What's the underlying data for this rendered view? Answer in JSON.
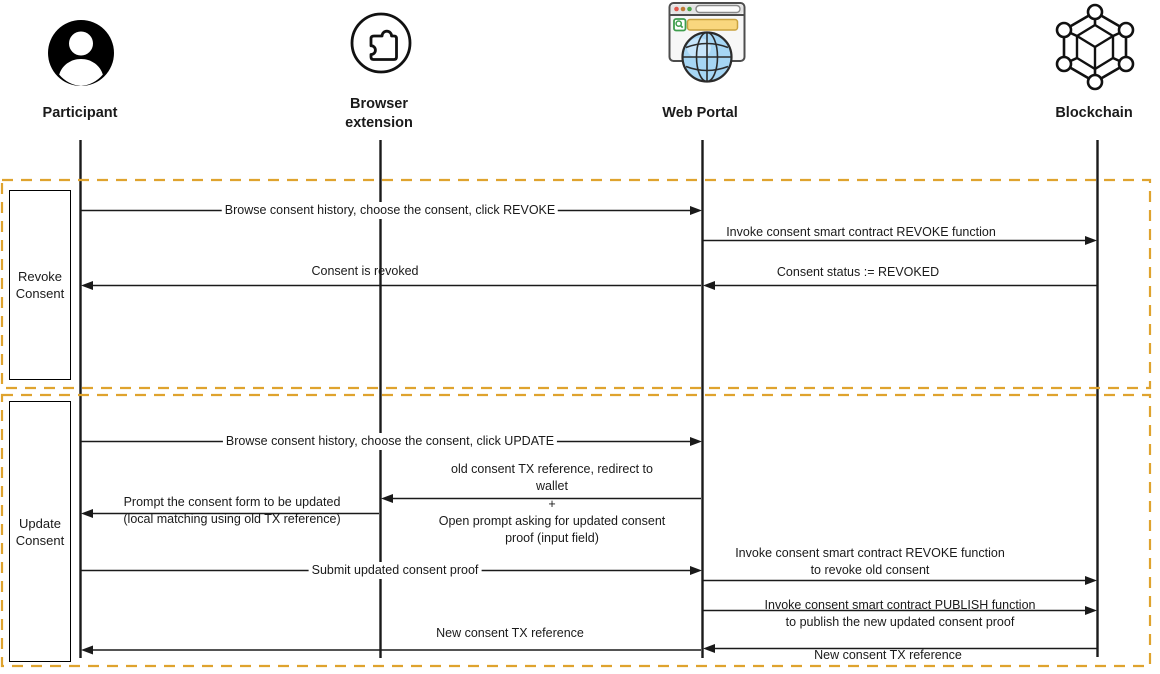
{
  "actors": [
    {
      "name": "participant",
      "label": "Participant",
      "icon": "person-icon"
    },
    {
      "name": "browser-extension",
      "label_line1": "Browser",
      "label_line2": "extension",
      "icon": "puzzle-icon"
    },
    {
      "name": "web-portal",
      "label": "Web Portal",
      "icon": "browser-globe-icon"
    },
    {
      "name": "blockchain",
      "label": "Blockchain",
      "icon": "blockchain-network-icon"
    }
  ],
  "groups": [
    {
      "label": "Revoke Consent"
    },
    {
      "label": "Update Consent"
    }
  ],
  "messages": {
    "m1": {
      "from": "Participant",
      "to": "Web Portal",
      "text": "Browse consent history, choose the consent, click REVOKE"
    },
    "m2": {
      "from": "Web Portal",
      "to": "Blockchain",
      "text": "Invoke consent smart contract REVOKE function"
    },
    "m3": {
      "from": "Blockchain",
      "to": "Web Portal",
      "text": "Consent status := REVOKED"
    },
    "m4": {
      "from": "Web Portal",
      "to": "Participant",
      "text": "Consent is revoked"
    },
    "m5": {
      "from": "Participant",
      "to": "Web Portal",
      "text": "Browse consent history, choose the consent, click UPDATE"
    },
    "m6": {
      "from": "Web Portal",
      "to": "Browser extension",
      "lines": [
        "old consent TX reference, redirect to",
        "wallet",
        "+",
        "Open prompt asking for updated consent",
        "proof (input field)"
      ]
    },
    "m7": {
      "from": "Browser extension",
      "to": "Participant",
      "lines": [
        "Prompt the consent form to be updated",
        "(local matching using old TX reference)"
      ]
    },
    "m8": {
      "from": "Participant",
      "to": "Web Portal",
      "text": "Submit updated consent proof"
    },
    "m9": {
      "from": "Web Portal",
      "to": "Blockchain",
      "lines": [
        "Invoke consent smart contract REVOKE function",
        "to revoke old consent"
      ]
    },
    "m10": {
      "from": "Web Portal",
      "to": "Blockchain",
      "lines": [
        "Invoke consent smart contract PUBLISH function",
        "to publish the new updated consent proof"
      ]
    },
    "m11": {
      "from": "Blockchain",
      "to": "Web Portal",
      "text": "New consent TX reference"
    },
    "m12": {
      "from": "Web Portal",
      "to": "Participant",
      "text": "New consent TX reference"
    }
  },
  "colors": {
    "group_border": "#dfa32e",
    "line": "#1a1a1a",
    "globe_fill": "#a6d6f4",
    "search_bar_fill": "#f9d77e",
    "search_button_green": "#3f9e4e"
  }
}
